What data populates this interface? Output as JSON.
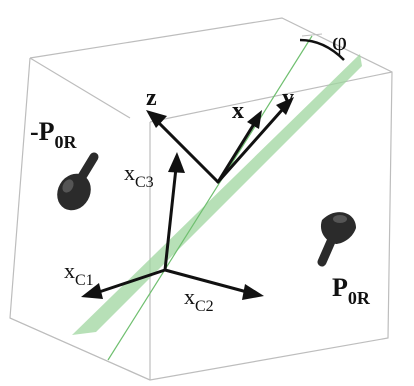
{
  "labels": {
    "z": "z",
    "x": "x",
    "y": "y",
    "phi": "φ",
    "xc3_main": "x",
    "xc3_sub": "C3",
    "xc1_main": "x",
    "xc1_sub": "C1",
    "xc2_main": "x",
    "xc2_sub": "C2",
    "p_left_main": "-P",
    "p_left_sub": "0R",
    "p_right_main": "P",
    "p_right_sub": "0R"
  },
  "colors": {
    "plane": "#9fd69f",
    "plane_edge": "#6fbf6f",
    "box_edge": "#bdbdbd",
    "arrows": "#111111",
    "dipole": "#2b2b2b"
  }
}
